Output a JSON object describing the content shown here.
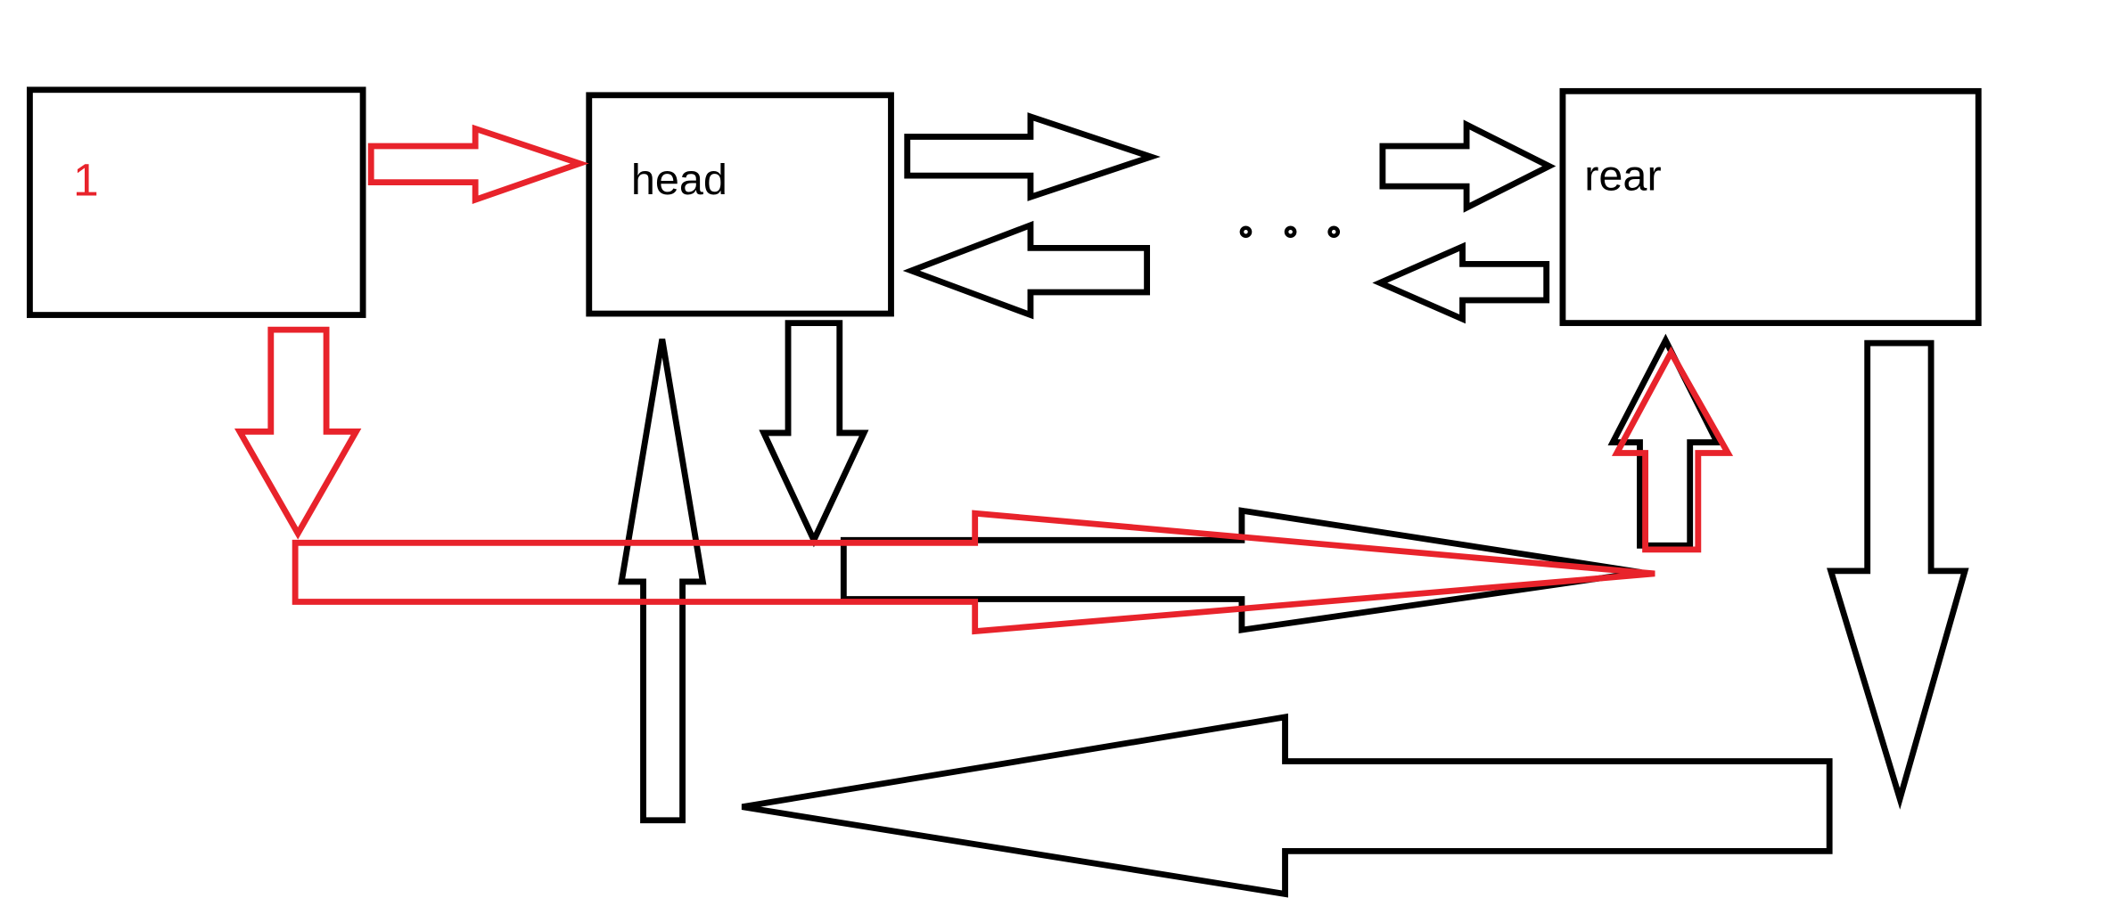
{
  "colors": {
    "primary": "#000000",
    "highlight": "#e8232b",
    "background": "#ffffff"
  },
  "nodes": {
    "new_node": {
      "label": "1"
    },
    "head": {
      "label": "head"
    },
    "rear": {
      "label": "rear"
    }
  },
  "ellipsis": {
    "label": "。。。"
  }
}
